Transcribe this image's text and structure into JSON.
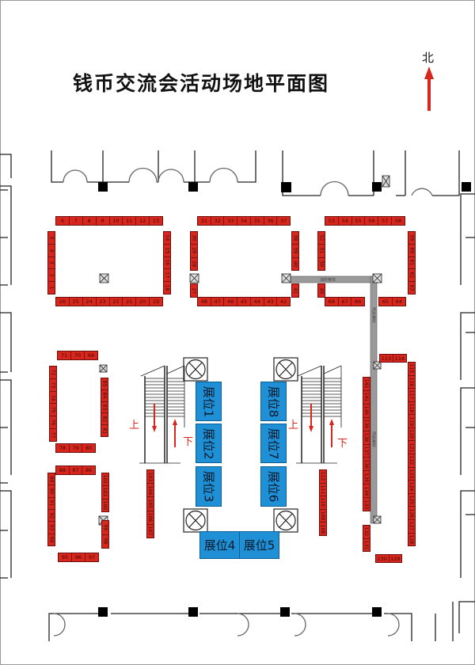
{
  "title": "钱币交流会活动场地平面图",
  "north_label": "北",
  "corridor_label": "消防卷帘",
  "stair_labels": {
    "up": "上",
    "down": "下"
  },
  "colors": {
    "booth": "#d8261c",
    "stand": "#1f8fd6",
    "corridor": "#9a9a9a"
  },
  "booth_groups": {
    "a_top": [
      "6",
      "7",
      "8",
      "9",
      "10",
      "11",
      "12",
      "13"
    ],
    "a_left": [
      "5",
      "4",
      "3",
      "2",
      "1"
    ],
    "a_right": [
      "14",
      "15",
      "16",
      "17",
      "18"
    ],
    "a_bottom": [
      "26",
      "25",
      "24",
      "23",
      "22",
      "21",
      "20",
      "19"
    ],
    "b_top": [
      "31",
      "32",
      "33",
      "34",
      "35",
      "36",
      "37"
    ],
    "b_left": [
      "30",
      "29",
      "28"
    ],
    "b_left2": [
      "27"
    ],
    "b_right": [
      "38",
      "39",
      "40"
    ],
    "b_right2": [
      "41"
    ],
    "b_bottom": [
      "48",
      "47",
      "46",
      "45",
      "44",
      "43",
      "42"
    ],
    "c_top": [
      "53",
      "54",
      "55",
      "56",
      "57",
      "58"
    ],
    "c_left": [
      "52",
      "51",
      "50"
    ],
    "c_left2": [
      "49"
    ],
    "c_right": [
      "59",
      "60",
      "61",
      "62",
      "63"
    ],
    "c_bottom": [
      "68",
      "67",
      "66"
    ],
    "c_bottom2": [
      "65",
      "64"
    ],
    "d_top": [
      "71",
      "70",
      "69"
    ],
    "d_left": [
      "72",
      "73",
      "74",
      "75",
      "76",
      "77"
    ],
    "d_right": [
      "85",
      "84",
      "83",
      "82",
      "81"
    ],
    "d_bottom": [
      "78",
      "79",
      "80"
    ],
    "e_top": [
      "88",
      "87",
      "86"
    ],
    "e_left": [
      "89",
      "90",
      "91",
      "92",
      "93",
      "94"
    ],
    "e_right": [
      "102",
      "101",
      "100"
    ],
    "e_right2": [
      "99",
      "98"
    ],
    "e_bottom": [
      "95",
      "96",
      "97"
    ],
    "f_col": [
      "103",
      "104",
      "105",
      "106",
      "107"
    ],
    "g_col": [
      "112",
      "111",
      "110",
      "109",
      "108"
    ],
    "h_top": [
      "113",
      "114"
    ],
    "h_left": [
      "142",
      "141",
      "140",
      "139",
      "138",
      "137",
      "136",
      "135",
      "134",
      "133"
    ],
    "h_left2": [
      "132",
      "131"
    ],
    "h_right": [
      "115",
      "116",
      "117",
      "118",
      "119",
      "120",
      "121",
      "122",
      "123",
      "124",
      "125",
      "126",
      "127",
      "128"
    ],
    "h_bottom": [
      "130",
      "129"
    ]
  },
  "stands": [
    "展位1",
    "展位2",
    "展位3",
    "展位4",
    "展位5",
    "展位6",
    "展位7",
    "展位8"
  ]
}
